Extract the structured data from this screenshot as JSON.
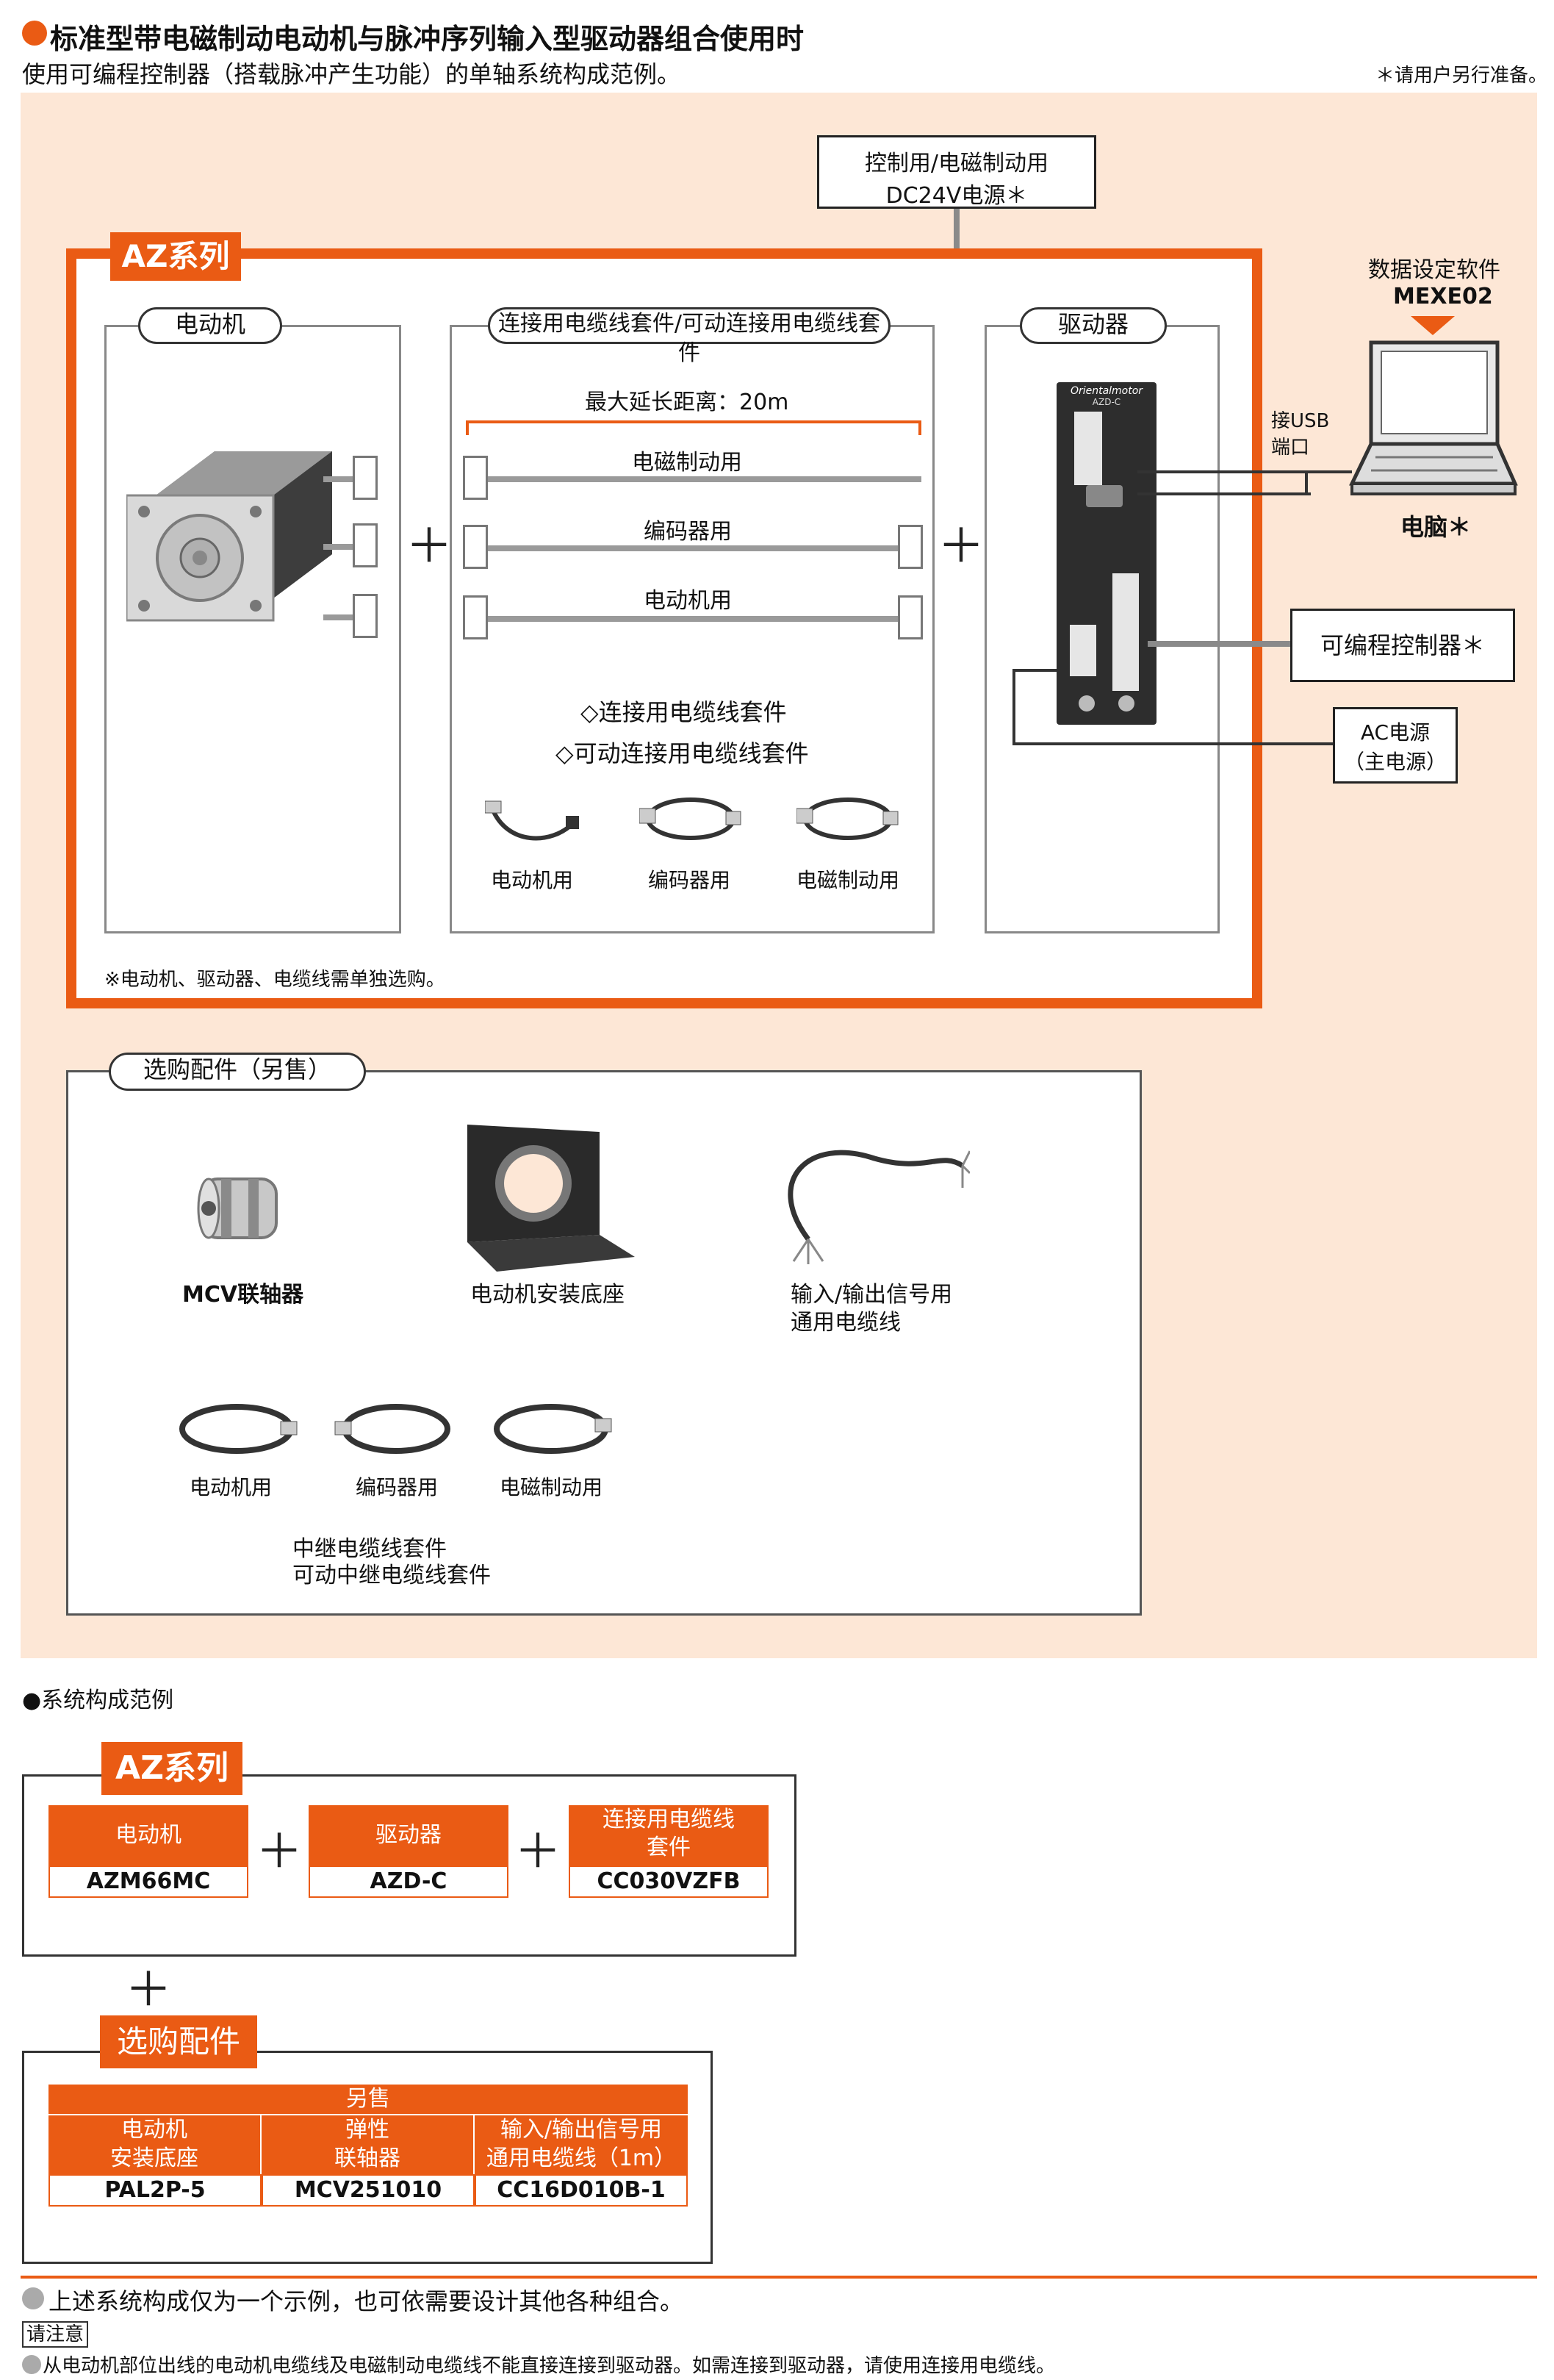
{
  "header": {
    "title": "标准型带电磁制动电动机与脉冲序列输入型驱动器组合使用时",
    "subtitle": "使用可编程控制器（搭载脉冲产生功能）的单轴系统构成范例。",
    "note_right": "＊请用户另行准备。"
  },
  "diagram": {
    "power_supply": {
      "line1": "控制用/电磁制动用",
      "line2": "DC24V电源＊"
    },
    "series_tag": "AZ系列",
    "motor_label": "电动机",
    "cable_label": "连接用电缆线套件/可动连接用电缆线套件",
    "driver_label": "驱动器",
    "max_length": "最大延长距离：20m",
    "cable_brake": "电磁制动用",
    "cable_encoder": "编码器用",
    "cable_motor": "电动机用",
    "kit1": "◇连接用电缆线套件",
    "kit2": "◇可动连接用电缆线套件",
    "thumb_motor": "电动机用",
    "thumb_encoder": "编码器用",
    "thumb_brake": "电磁制动用",
    "footnote": "※电动机、驱动器、电缆线需单独选购。",
    "software_title": "数据设定软件",
    "software_name": "MEXE02",
    "usb_line1": "接USB",
    "usb_line2": "端口",
    "pc_label": "电脑＊",
    "plc_label": "可编程控制器＊",
    "ac_line1": "AC电源",
    "ac_line2": "（主电源）",
    "driver_brand": "Orientalmotor",
    "driver_model": "AZD-C"
  },
  "accessories": {
    "title": "选购配件（另售）",
    "coupling": "MCV联轴器",
    "bracket": "电动机安装底座",
    "io_cable_line1": "输入/输出信号用",
    "io_cable_line2": "通用电缆线",
    "ext_motor": "电动机用",
    "ext_encoder": "编码器用",
    "ext_brake": "电磁制动用",
    "ext_kit1": "中继电缆线套件",
    "ext_kit2": "可动中继电缆线套件"
  },
  "example": {
    "heading": "●系统构成范例",
    "series_tag": "AZ系列",
    "motor_head": "电动机",
    "motor_model": "AZM66MC",
    "driver_head": "驱动器",
    "driver_model": "AZD-C",
    "cable_head_line1": "连接用电缆线",
    "cable_head_line2": "套件",
    "cable_model": "CC030VZFB",
    "options_tag": "选购配件",
    "sold_separately": "另售",
    "opt1_head_line1": "电动机",
    "opt1_head_line2": "安装底座",
    "opt1_model": "PAL2P-5",
    "opt2_head_line1": "弹性",
    "opt2_head_line2": "联轴器",
    "opt2_model": "MCV251010",
    "opt3_head_line1": "输入/输出信号用",
    "opt3_head_line2": "通用电缆线（1m）",
    "opt3_model": "CC16D010B-1"
  },
  "notes": {
    "line1": "上述系统构成仅为一个示例，也可依需要设计其他各种组合。",
    "caution_tag": "请注意",
    "line2": "从电动机部位出线的电动机电缆线及电磁制动电缆线不能直接连接到驱动器。如需连接到驱动器，请使用连接用电缆线。"
  },
  "colors": {
    "accent": "#ea5b14",
    "panel": "#fde7d6"
  }
}
